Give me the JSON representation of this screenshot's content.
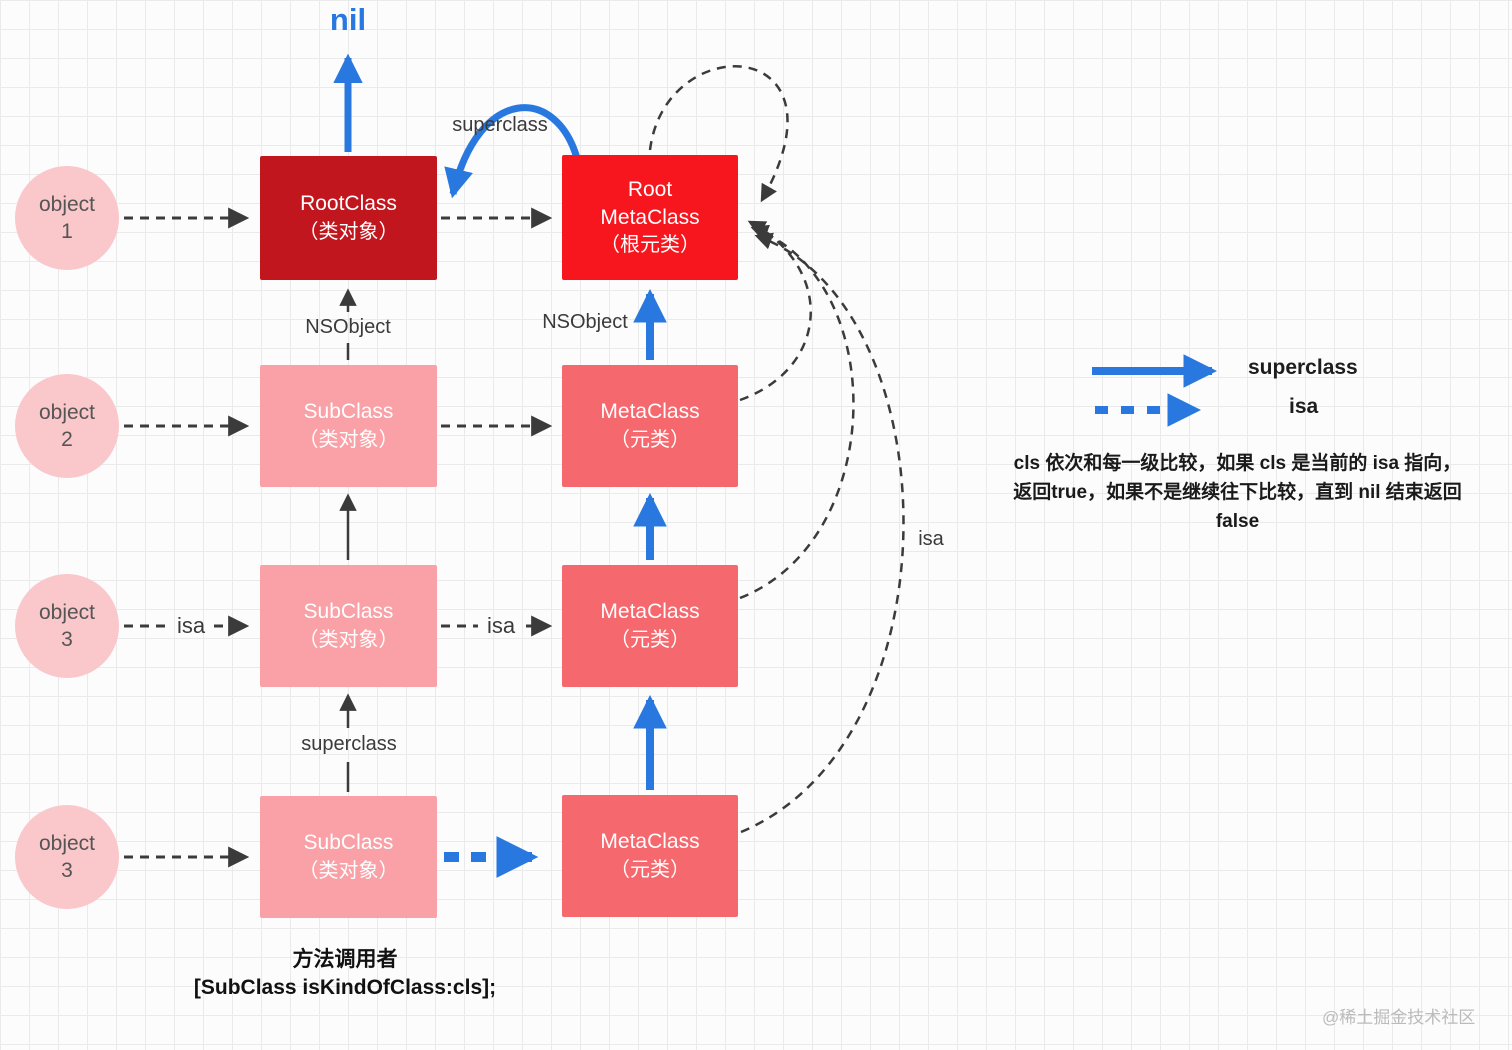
{
  "colors": {
    "blue": "#2878E0",
    "root_class_bg": "#C1161E",
    "root_meta_bg": "#F7151E",
    "subclass_bg": "#F9A1A6",
    "metaclass_bg": "#F5686D",
    "object_bg": "#FAC7CA"
  },
  "labels": {
    "nil": "nil",
    "superclass_top": "superclass",
    "nsobject_left": "NSObject",
    "nsobject_right": "NSObject",
    "superclass_bottom": "superclass",
    "isa_object": "isa",
    "isa_class": "isa",
    "isa_curve": "isa"
  },
  "objects": [
    {
      "line1": "object",
      "line2": "1"
    },
    {
      "line1": "object",
      "line2": "2"
    },
    {
      "line1": "object",
      "line2": "3"
    },
    {
      "line1": "object",
      "line2": "3"
    }
  ],
  "boxes": {
    "root_class": {
      "title": "RootClass",
      "subtitle": "（类对象）"
    },
    "root_meta": {
      "line1": "Root",
      "line2": "MetaClass",
      "line3": "（根元类）"
    },
    "subclass": {
      "title": "SubClass",
      "subtitle": "（类对象）"
    },
    "metaclass": {
      "title": "MetaClass",
      "subtitle": "（元类）"
    }
  },
  "legend": {
    "superclass": "superclass",
    "isa": "isa"
  },
  "note": {
    "line1": "cls 依次和每一级比较，如果 cls 是当前的 isa 指向，",
    "line2": "返回true，如果不是继续往下比较，直到 nil 结束返回",
    "line3": "false"
  },
  "caption": {
    "line1": "方法调用者",
    "line2": "[SubClass isKindOfClass:cls];"
  },
  "watermark": "@稀土掘金技术社区"
}
